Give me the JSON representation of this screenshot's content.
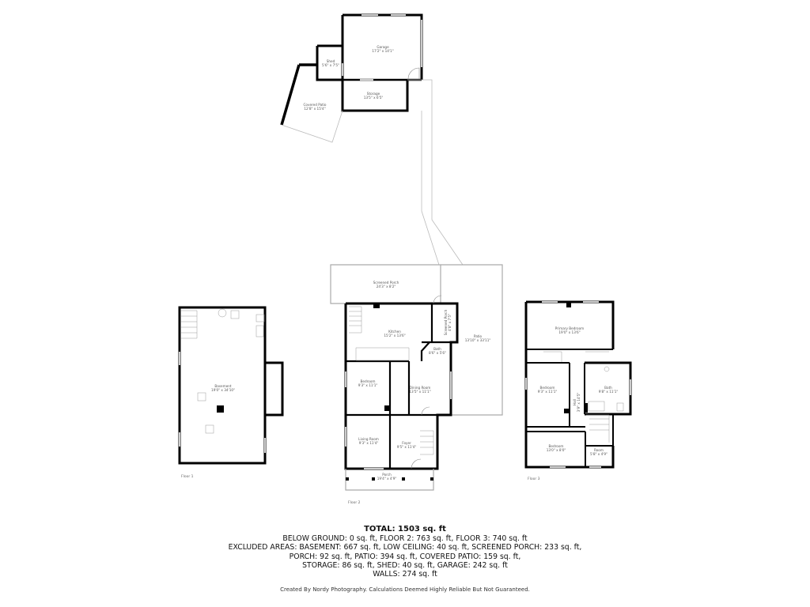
{
  "floors": [
    {
      "label": "Floor 1",
      "rooms": [
        {
          "name": "Basement",
          "dims": "19'0\" x 34'10\""
        }
      ]
    },
    {
      "label": "Floor 2",
      "rooms": [
        {
          "name": "Screened Porch",
          "dims": "24'3\" x 8'2\""
        },
        {
          "name": "Kitchen",
          "dims": "15'2\" x 13'6\""
        },
        {
          "name": "Screened Porch",
          "dims": "4'8\" x 7'5\""
        },
        {
          "name": "Patio",
          "dims": "13'10\" x 33'11\""
        },
        {
          "name": "Bath",
          "dims": "8'6\" x 5'6\""
        },
        {
          "name": "Bedroom",
          "dims": "9'3\" x 11'1\""
        },
        {
          "name": "Dining Room",
          "dims": "13'5\" x 11'1\""
        },
        {
          "name": "Living Room",
          "dims": "9'3\" x 11'4\""
        },
        {
          "name": "Foyer",
          "dims": "9'5\" x 11'4\""
        },
        {
          "name": "Porch",
          "dims": "19'4\" x 4'9\""
        }
      ]
    },
    {
      "label": "Floor 3",
      "rooms": [
        {
          "name": "Primary Bedroom",
          "dims": "19'0\" x 13'6\""
        },
        {
          "name": "Bedroom",
          "dims": "9'3\" x 11'1\""
        },
        {
          "name": "Hall",
          "dims": "3'9\" x 14'5\""
        },
        {
          "name": "Bath",
          "dims": "9'8\" x 11'1\""
        },
        {
          "name": "Bedroom",
          "dims": "13'0\" x 8'0\""
        },
        {
          "name": "Room",
          "dims": "5'8\" x 4'9\""
        }
      ]
    },
    {
      "label": "",
      "rooms": [
        {
          "name": "Garage",
          "dims": "17'2\" x 14'1\""
        },
        {
          "name": "Shed",
          "dims": "5'6\" x 7'5\""
        },
        {
          "name": "Storage",
          "dims": "13'5\" x 6'5\""
        },
        {
          "name": "Covered Patio",
          "dims": "12'8\" x 15'4\""
        }
      ]
    }
  ],
  "summary": {
    "total": "TOTAL: 1503 sq. ft",
    "lines": [
      "BELOW GROUND: 0 sq. ft, FLOOR 2: 763 sq. ft, FLOOR 3: 740 sq. ft",
      "EXCLUDED AREAS: BASEMENT: 667 sq. ft, LOW CEILING: 40 sq. ft, SCREENED PORCH: 233 sq. ft,",
      "PORCH: 92 sq. ft, PATIO: 394 sq. ft, COVERED PATIO: 159 sq. ft,",
      "STORAGE: 86 sq. ft, SHED: 40 sq. ft, GARAGE: 242 sq. ft",
      "WALLS: 274 sq. ft"
    ],
    "credit": "Created By Nordy Photography. Calculations Deemed Highly Reliable But Not Guaranteed."
  },
  "colors": {
    "wall": "#000000",
    "thin_wall": "#bfbfbf",
    "text": "#111111"
  }
}
